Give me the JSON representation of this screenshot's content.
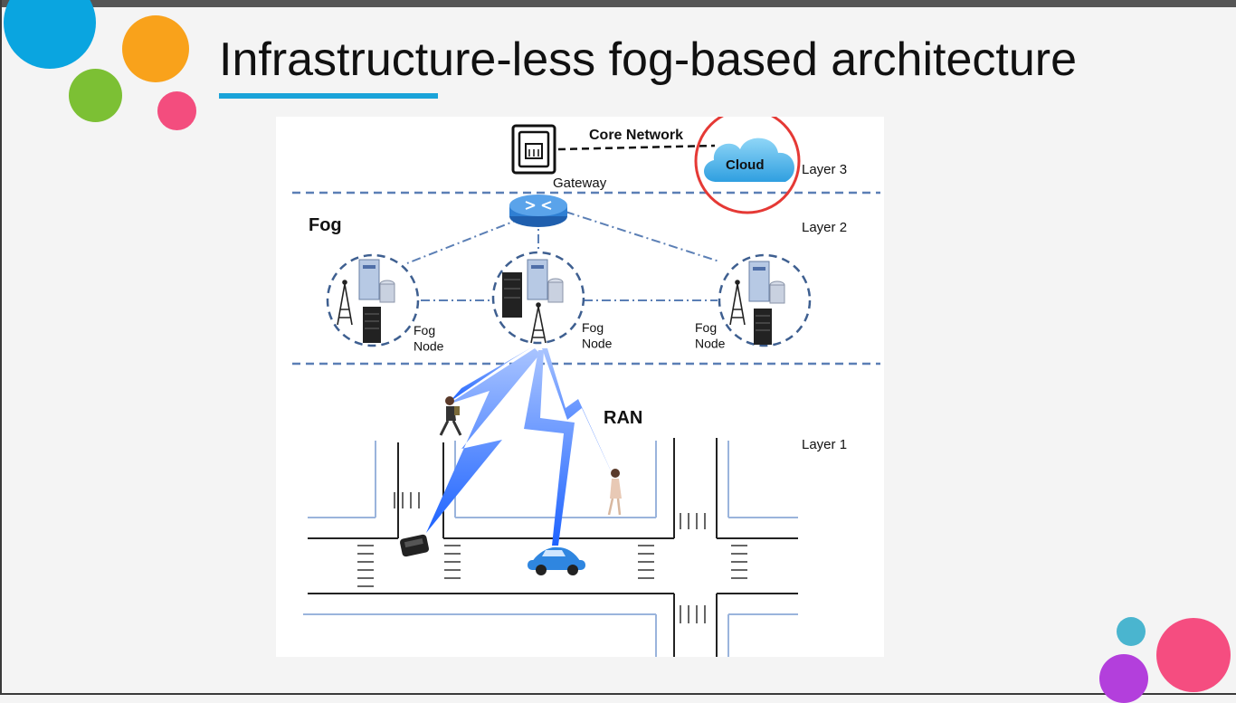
{
  "slide": {
    "title": "Infrastructure-less fog-based architecture",
    "accent_color": "#1aa3d9"
  },
  "decor": {
    "colors": [
      "#0aa5e0",
      "#f9a21b",
      "#7cc034",
      "#f34d7e",
      "#4ab5cf",
      "#b33fdc",
      "#f54d80"
    ]
  },
  "diagram": {
    "labels": {
      "core_network": "Core Network",
      "cloud": "Cloud",
      "gateway": "Gateway",
      "fog": "Fog",
      "layer3": "Layer 3",
      "layer2": "Layer 2",
      "layer1": "Layer 1",
      "ran": "RAN",
      "fog_node_1": "Fog\nNode",
      "fog_node_2": "Fog\nNode",
      "fog_node_3": "Fog\nNode"
    },
    "icons": [
      "gateway-icon",
      "cloud-icon",
      "router-icon",
      "server-icon",
      "tower-icon",
      "pedestrian-icon",
      "car-icon",
      "lightning-link-icon"
    ],
    "highlight_color": "#e53935",
    "link_color": "#1e63ff"
  }
}
